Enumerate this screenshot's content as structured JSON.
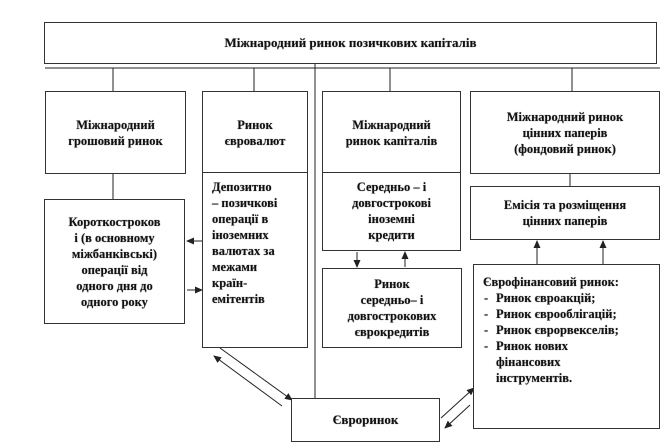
{
  "title": "Міжнародний ринок позичкових капіталів",
  "level1": {
    "credit_market": "Міжнародний\nгрошовий ринок",
    "currency_market": "Ринок\nєвровалют",
    "capital_market": "Міжнародний\nринок капіталів",
    "securities_market": "Міжнародний ринок\nцінних паперів\n(фондовий ринок)"
  },
  "level2": {
    "short_term": "Короткостроков\nі (в основному\nміжбанківські)\nоперації від\nодного дня до\nодного року",
    "deposit_loan": "Депозитно\n– позичкові\nоперації в\nіноземних\nвалютах за\nмежами\nкраїн-\nемітентів",
    "mid_long_credits": "Середньо – і\nдовгострокові\nіноземні\nкредити",
    "emission": "Емісія  та розміщення\nцінних паперів"
  },
  "level3": {
    "eurocredit_market": "Ринок\nсередньо– і\nдовгострокових\nєврокредитів",
    "eurofinance": {
      "title": "Єврофінансовий ринок:",
      "items": [
        "Ринок євроакцій;",
        "Ринок єврооблігацій;",
        "Ринок єврорвекселів;",
        "Ринок нових\nфінансових\nінструментів."
      ]
    }
  },
  "euromarket": "Євроринок"
}
